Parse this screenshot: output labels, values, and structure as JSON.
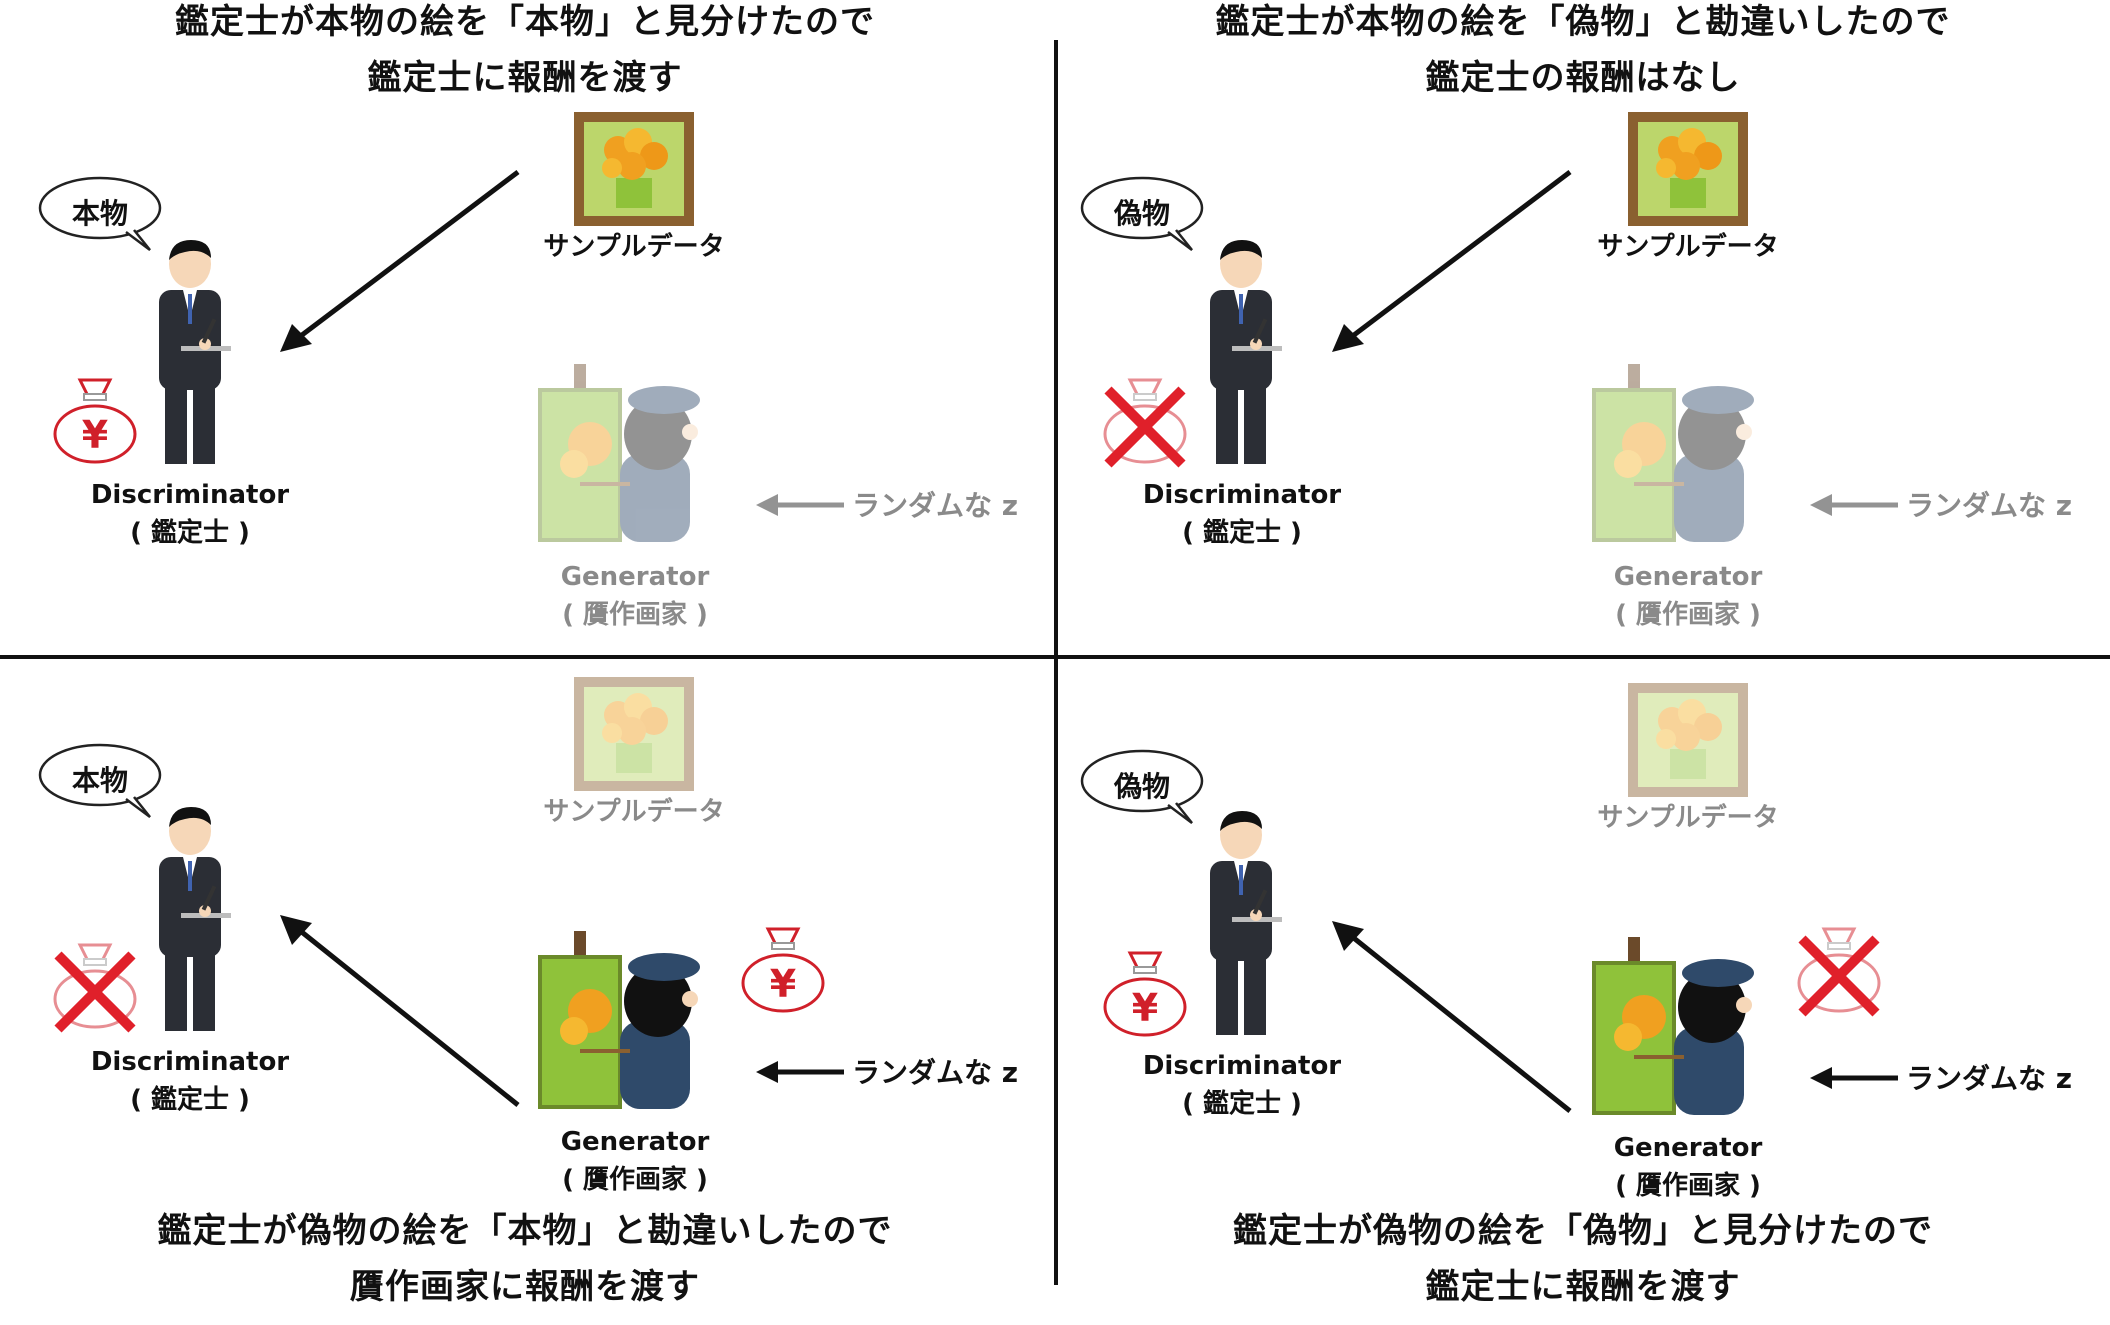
{
  "quadrants": [
    {
      "title_line1": "鑑定士が本物の絵を「本物」と見分けたので",
      "title_line2": "鑑定士に報酬を渡す",
      "speech": "本物",
      "sample_label": "サンプルデータ",
      "disc_name": "Discriminator",
      "disc_role": "( 鑑定士 )",
      "gen_name": "Generator",
      "gen_role": "( 贋作画家 )",
      "noise_label": "ランダムな z"
    },
    {
      "title_line1": "鑑定士が本物の絵を「偽物」と勘違いしたので",
      "title_line2": "鑑定士の報酬はなし",
      "speech": "偽物",
      "sample_label": "サンプルデータ",
      "disc_name": "Discriminator",
      "disc_role": "( 鑑定士 )",
      "gen_name": "Generator",
      "gen_role": "( 贋作画家 )",
      "noise_label": "ランダムな z"
    },
    {
      "title_line1": "鑑定士が偽物の絵を「本物」と勘違いしたので",
      "title_line2": "贋作画家に報酬を渡す",
      "speech": "本物",
      "sample_label": "サンプルデータ",
      "disc_name": "Discriminator",
      "disc_role": "( 鑑定士 )",
      "gen_name": "Generator",
      "gen_role": "( 贋作画家 )",
      "noise_label": "ランダムな z"
    },
    {
      "title_line1": "鑑定士が偽物の絵を「偽物」と見分けたので",
      "title_line2": "鑑定士に報酬を渡す",
      "speech": "偽物",
      "sample_label": "サンプルデータ",
      "disc_name": "Discriminator",
      "disc_role": "( 鑑定士 )",
      "gen_name": "Generator",
      "gen_role": "( 贋作画家 )",
      "noise_label": "ランダムな z"
    }
  ],
  "money_symbol": "¥",
  "colors": {
    "line": "#111111",
    "money_red": "#d0202a",
    "cross_red": "#e0202a",
    "faded_text": "#8a8a8a",
    "canvas_green": "#8fc23a",
    "suit": "#2b2e35",
    "painter_coat": "#2f4a6a"
  }
}
